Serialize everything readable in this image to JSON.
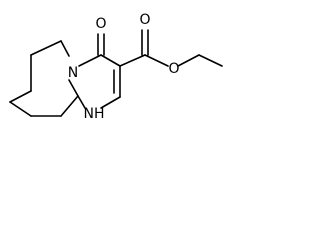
{
  "molecule": {
    "atoms": {
      "N_bridge": "N",
      "O_ketone": "O",
      "O_ester_carbonyl": "O",
      "O_ester_ether": "O",
      "NH": "NH"
    },
    "colors": {
      "bond": "#000000",
      "label": "#000000",
      "background": "#ffffff"
    }
  }
}
